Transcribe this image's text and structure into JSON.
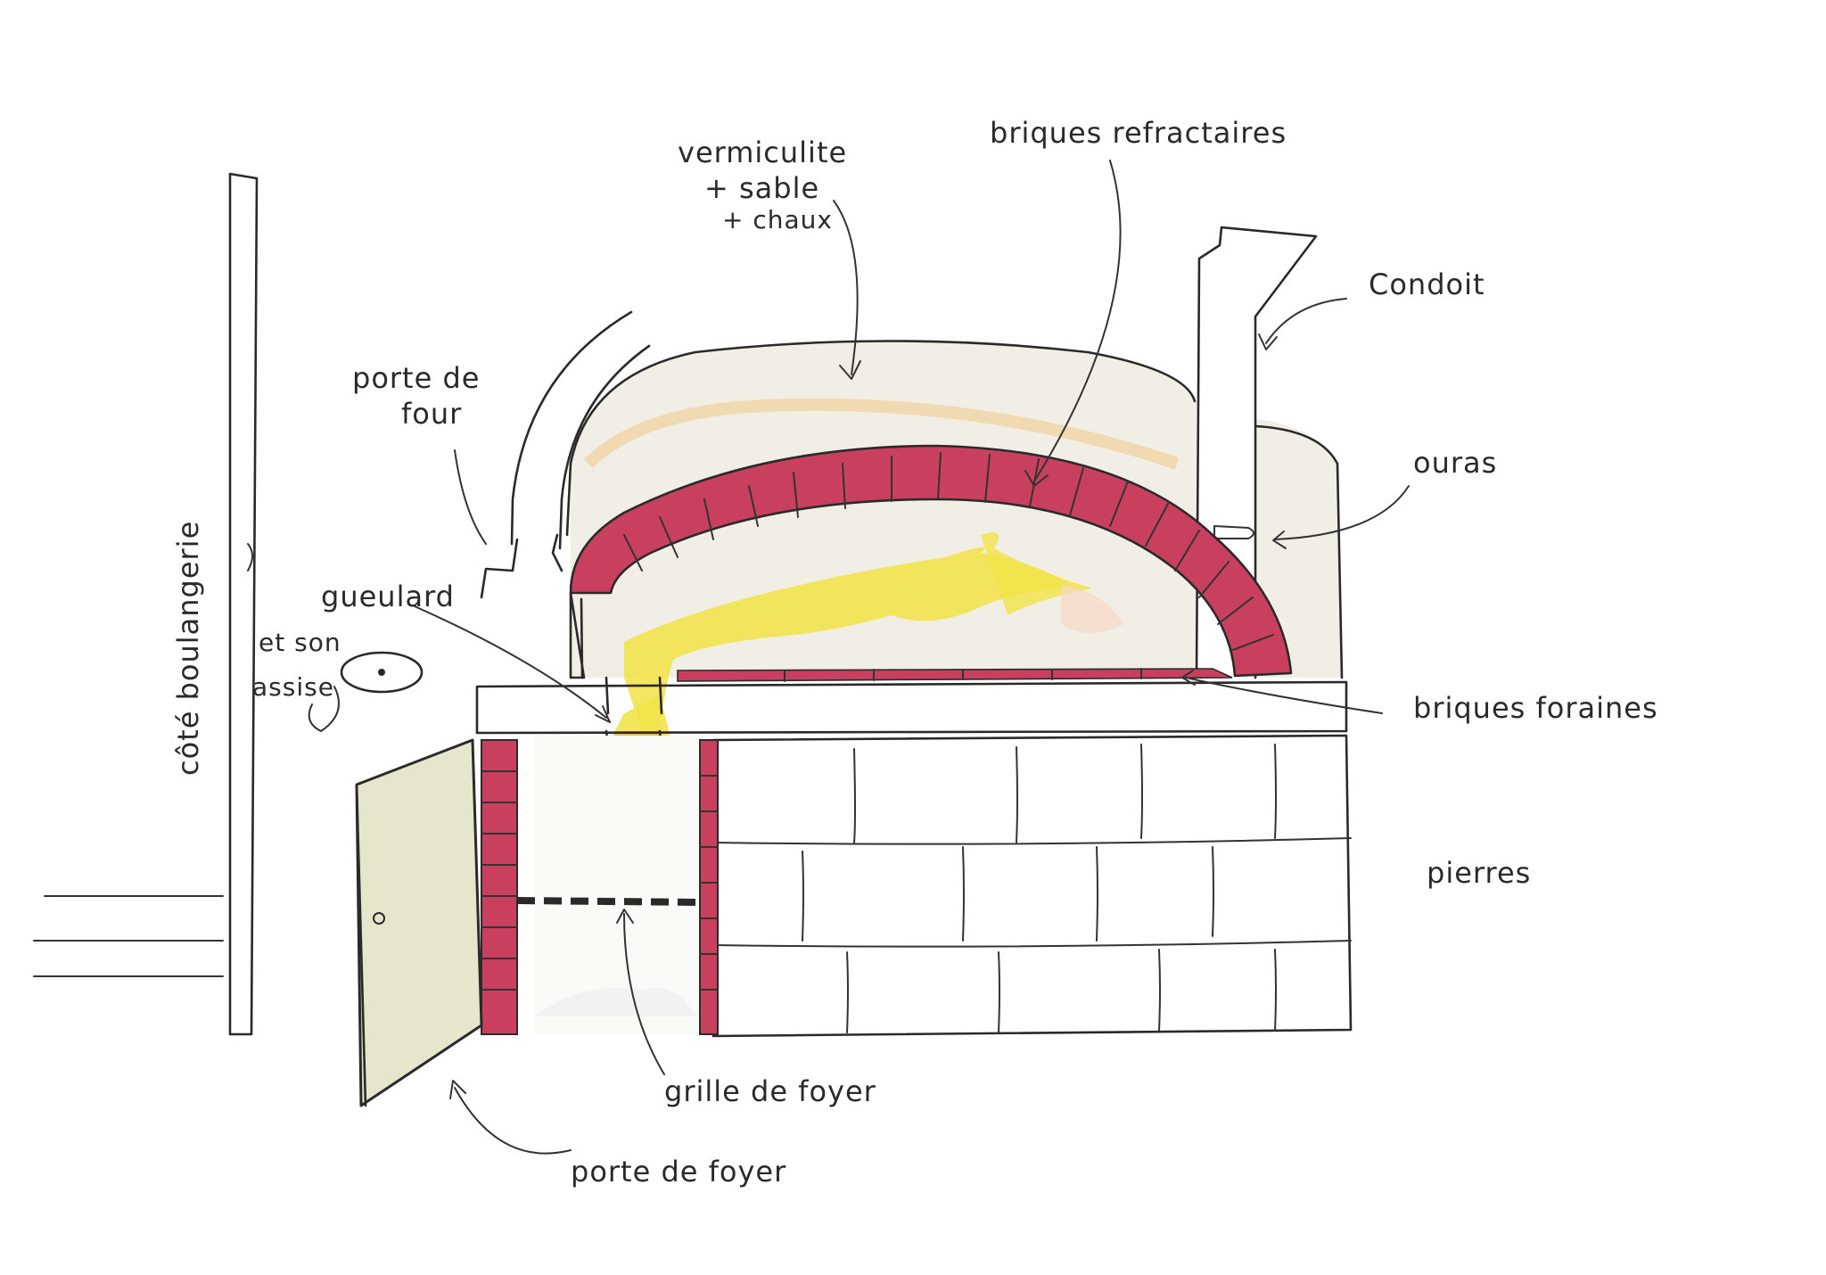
{
  "labels": {
    "vermiculite_1": "vermiculite",
    "vermiculite_2": "+ sable",
    "vermiculite_3": "+ chaux",
    "briques_refractaires": "briques refractaires",
    "condoit": "Condoit",
    "porte_de_four_1": "porte de",
    "porte_de_four_2": "four",
    "ouras": "ouras",
    "gueulard": "gueulard",
    "et_son_assise_1": "et son",
    "et_son_assise_2": "assise",
    "cote_boulangerie": "côté boulangerie",
    "briques_foraines": "briques foraines",
    "pierres": "pierres",
    "grille_de_foyer": "grille de foyer",
    "porte_de_foyer": "porte de foyer"
  },
  "colors": {
    "ink": "#2a2a2a",
    "brick": "#c8405e",
    "brick_light": "#d96a82",
    "flame_yellow": "#f2e34a",
    "flame_orange": "#f0a040",
    "ember": "#d8643a",
    "door_fill": "#e6e6cc",
    "vermiculite": "#efede2",
    "vermiculite_edge": "#f2c990"
  }
}
